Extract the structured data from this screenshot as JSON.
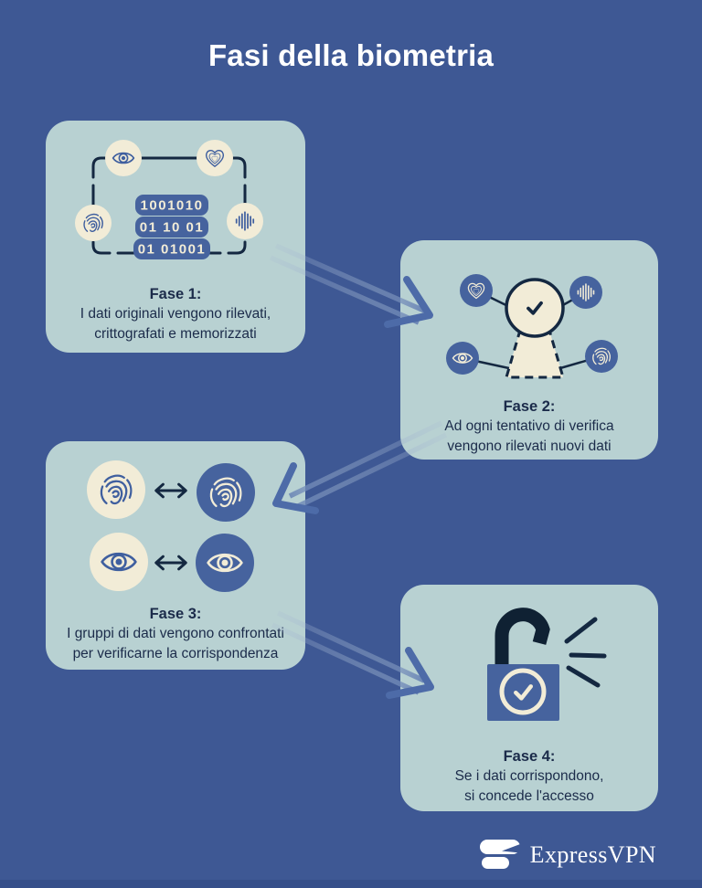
{
  "page": {
    "title": "Fasi della biometria"
  },
  "colors": {
    "background": "#3e5894",
    "card": "#b8d1d2",
    "ink": "#142841",
    "text": "#1b2b4a",
    "cream": "#f2ecd7",
    "accent_blue": "#46639e",
    "arrow_head": "#4d6ba8",
    "footer_strip": "#364f8a",
    "title_white": "#ffffff"
  },
  "cards": [
    {
      "heading": "Fase 1:",
      "lines": [
        "I dati originali vengono rilevati,",
        "crittografati e memorizzati"
      ],
      "binary": [
        "1001010",
        "01 10 01",
        "01 01001"
      ],
      "icons": [
        "eye-icon",
        "heart-icon",
        "fingerprint-icon",
        "voiceprint-icon",
        "scan-frame"
      ]
    },
    {
      "heading": "Fase 2:",
      "lines": [
        "Ad ogni tentativo di verifica",
        "vengono rilevati nuovi dati"
      ],
      "icons": [
        "heart-icon",
        "voiceprint-icon",
        "eye-icon",
        "fingerprint-icon",
        "keyhole-check-icon"
      ]
    },
    {
      "heading": "Fase 3:",
      "lines": [
        "I gruppi di dati vengono confrontati",
        "per verificarne la corrispondenza"
      ],
      "icons": [
        "fingerprint-icon",
        "compare-arrow-icon",
        "fingerprint-icon",
        "eye-icon",
        "compare-arrow-icon",
        "eye-icon"
      ]
    },
    {
      "heading": "Fase 4:",
      "lines": [
        "Se i dati corrispondono,",
        "si concede l'accesso"
      ],
      "icons": [
        "open-padlock-check-icon",
        "burst-lines-icon"
      ]
    }
  ],
  "logo": {
    "brand": "ExpressVPN"
  }
}
